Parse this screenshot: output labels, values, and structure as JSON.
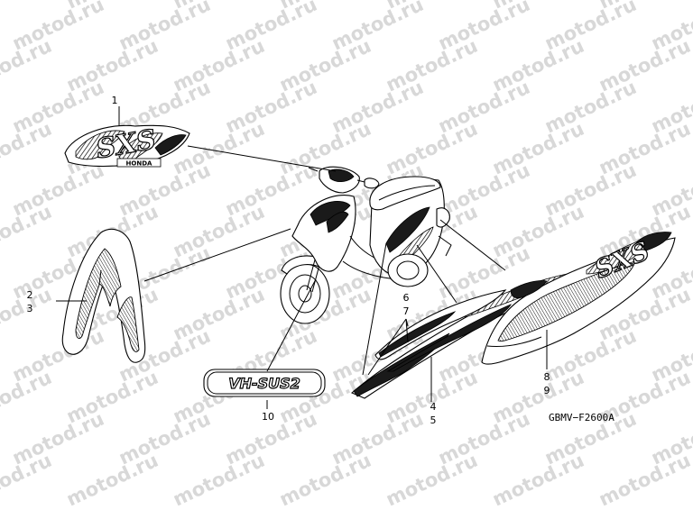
{
  "watermark": {
    "text": "motod.ru",
    "color": "#d2d2d2"
  },
  "diagram_code": "GBMV−F2600A",
  "callouts": [
    {
      "id": "c1",
      "lines": [
        "1"
      ]
    },
    {
      "id": "c2",
      "lines": [
        "2",
        "3"
      ]
    },
    {
      "id": "c3",
      "lines": [
        "6",
        "7"
      ]
    },
    {
      "id": "c4",
      "lines": [
        "4",
        "5"
      ]
    },
    {
      "id": "c5",
      "lines": [
        "8",
        "9"
      ]
    },
    {
      "id": "c6",
      "lines": [
        "10"
      ]
    }
  ],
  "emblem_text": {
    "main": "SXS",
    "brand": "HONDA"
  },
  "badge_text": "VH-SUS2",
  "side_text": "SXS"
}
